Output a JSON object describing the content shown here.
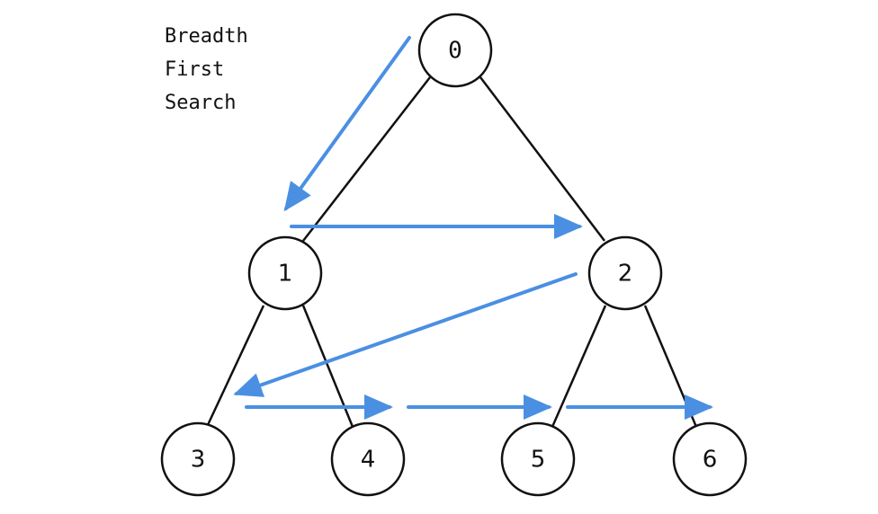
{
  "title_lines": [
    "Breadth",
    "First",
    "Search"
  ],
  "nodes": {
    "n0": "0",
    "n1": "1",
    "n2": "2",
    "n3": "3",
    "n4": "4",
    "n5": "5",
    "n6": "6"
  },
  "colors": {
    "edge": "#111111",
    "node_fill": "#ffffff",
    "node_stroke": "#111111",
    "traversal_arrow": "#4a8fe2"
  }
}
